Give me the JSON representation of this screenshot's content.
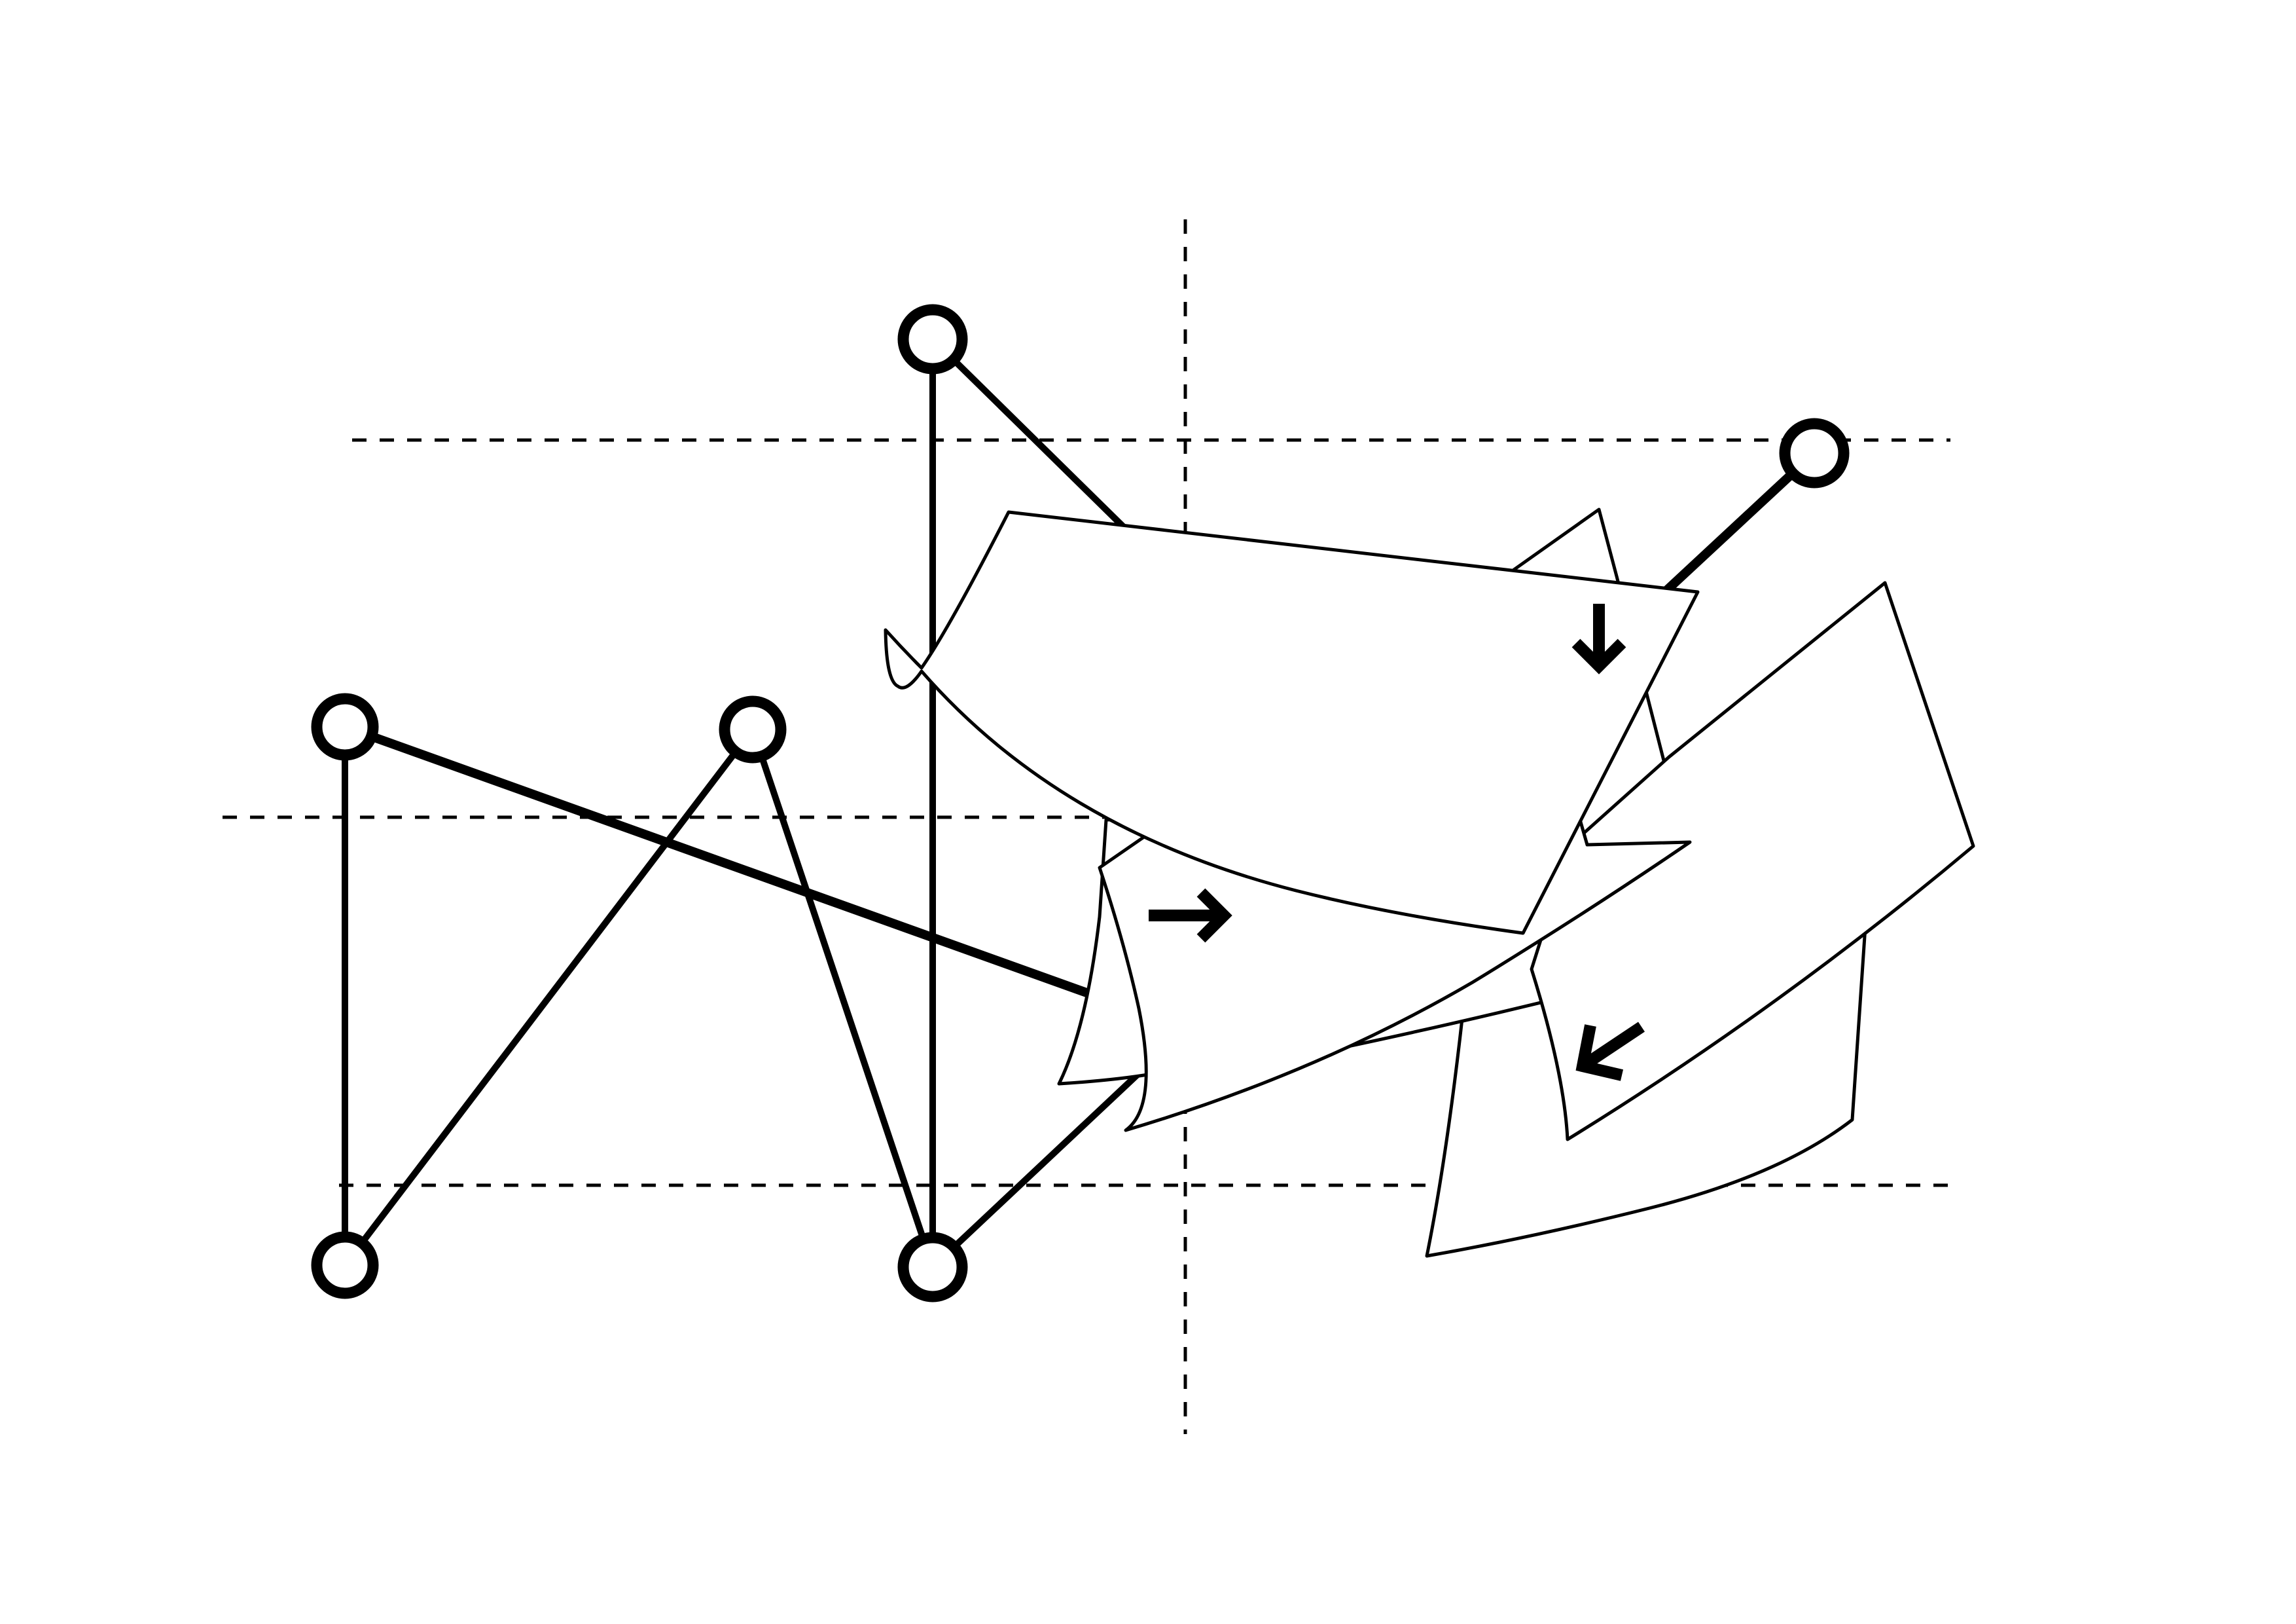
{
  "diagram": {
    "labels": [],
    "joint_count": 7,
    "sheet_count": 6,
    "arrow_directions": [
      "down",
      "right",
      "down-left"
    ],
    "guide_line_style": "dashed",
    "colors": {
      "background": "#ffffff",
      "stroke": "#000000",
      "sheet_fill": "#ffffff"
    }
  }
}
